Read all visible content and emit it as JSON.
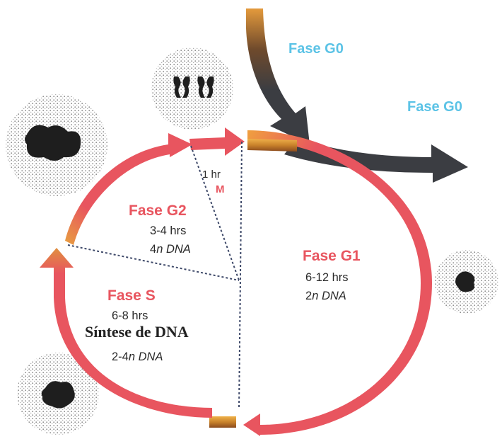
{
  "labels": {
    "g0_top": "Fase G0",
    "g0_right": "Fase G0",
    "m": {
      "time": "1 hr",
      "name": "M"
    },
    "g2": {
      "name": "Fase G2",
      "time": "3-4 hrs",
      "dna_n": "4",
      "dna_suffix": "n DNA"
    },
    "g1": {
      "name": "Fase G1",
      "time": "6-12 hrs",
      "dna_n": "2",
      "dna_suffix": "n DNA"
    },
    "s": {
      "name": "Fase S",
      "time": "6-8 hrs",
      "desc": "Síntese de DNA",
      "dna_prefix": "2-4",
      "dna_suffix": "n DNA"
    }
  },
  "colors": {
    "cycle_red": "#e8555f",
    "orange": "#e0922f",
    "dark_arrow": "#3b3d42",
    "g0_text": "#5cc3e6",
    "phase_text": "#e8555f",
    "cell_dot": "#8a8a8a",
    "chromatin": "#1e1e1e"
  },
  "icons": [
    "cell-interphase-icon",
    "cell-metaphase-icon",
    "cell-g1-icon",
    "cell-s-icon",
    "cell-telophase-icon"
  ]
}
